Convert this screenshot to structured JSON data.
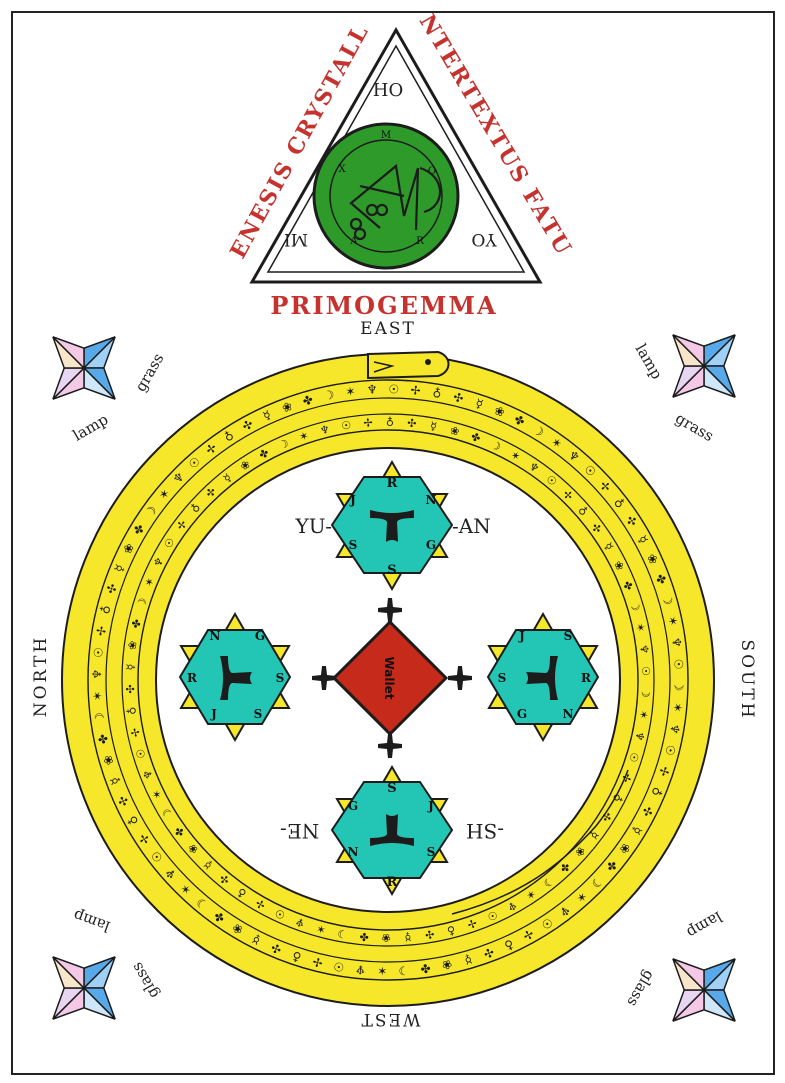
{
  "triangle_seal": {
    "top_label": "HO",
    "left_label": "MI",
    "right_label": "YO",
    "left_side_text": "GENESIS CRYSTALLO",
    "right_side_text": "INTERTEXTUS FATUM",
    "base_text": "PRIMOGEMMA",
    "seal_letters": [
      "M",
      "O",
      "R",
      "A",
      "X"
    ]
  },
  "directions": {
    "east": "EAST",
    "west": "WEST",
    "north": "NORTH",
    "south": "SOUTH"
  },
  "corners": [
    {
      "line1": "lamp",
      "line2": "grass"
    },
    {
      "line1": "lamp",
      "line2": "grass"
    },
    {
      "line1": "lamp",
      "line2": "glass"
    },
    {
      "line1": "lamp",
      "line2": "glass"
    }
  ],
  "hexagrams": {
    "top": {
      "letters": [
        "R",
        "N",
        "G",
        "S",
        "S",
        "J"
      ],
      "left": "YU-",
      "right": "-AN"
    },
    "bottom": {
      "letters": [
        "S",
        "J",
        "S",
        "R",
        "N",
        "G"
      ],
      "left": "-SH",
      "right": "NE-"
    },
    "left": {
      "letters": [
        "N",
        "G",
        "S",
        "S",
        "J",
        "R"
      ]
    },
    "right": {
      "letters": [
        "J",
        "S",
        "R",
        "N",
        "G",
        "S"
      ]
    }
  },
  "center": {
    "label": "Wallet"
  },
  "colors": {
    "yellow": "#f7e72b",
    "teal": "#23c6b5",
    "green": "#2e9a2a",
    "red": "#c62a1a",
    "label_red": "#c6322e",
    "crystal_blue": "#58a9ea",
    "crystal_pink": "#f4c9e6"
  }
}
